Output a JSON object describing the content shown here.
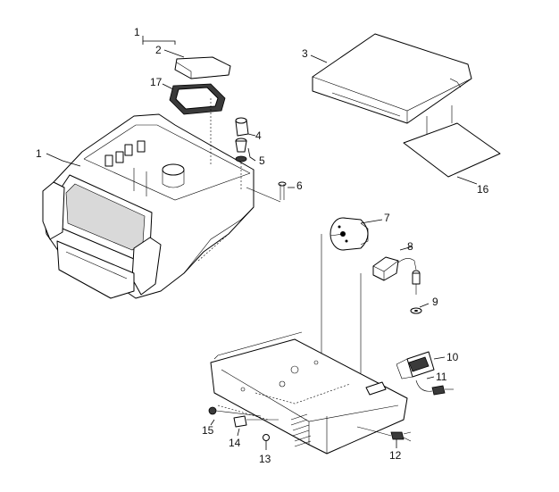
{
  "callouts": {
    "c1a": "1",
    "c2": "2",
    "c17": "17",
    "c1b": "1",
    "c3": "3",
    "c4": "4",
    "c5": "5",
    "c6": "6",
    "c16": "16",
    "c7": "7",
    "c8": "8",
    "c9": "9",
    "c10": "10",
    "c11": "11",
    "c15": "15",
    "c14": "14",
    "c13": "13",
    "c12": "12"
  }
}
